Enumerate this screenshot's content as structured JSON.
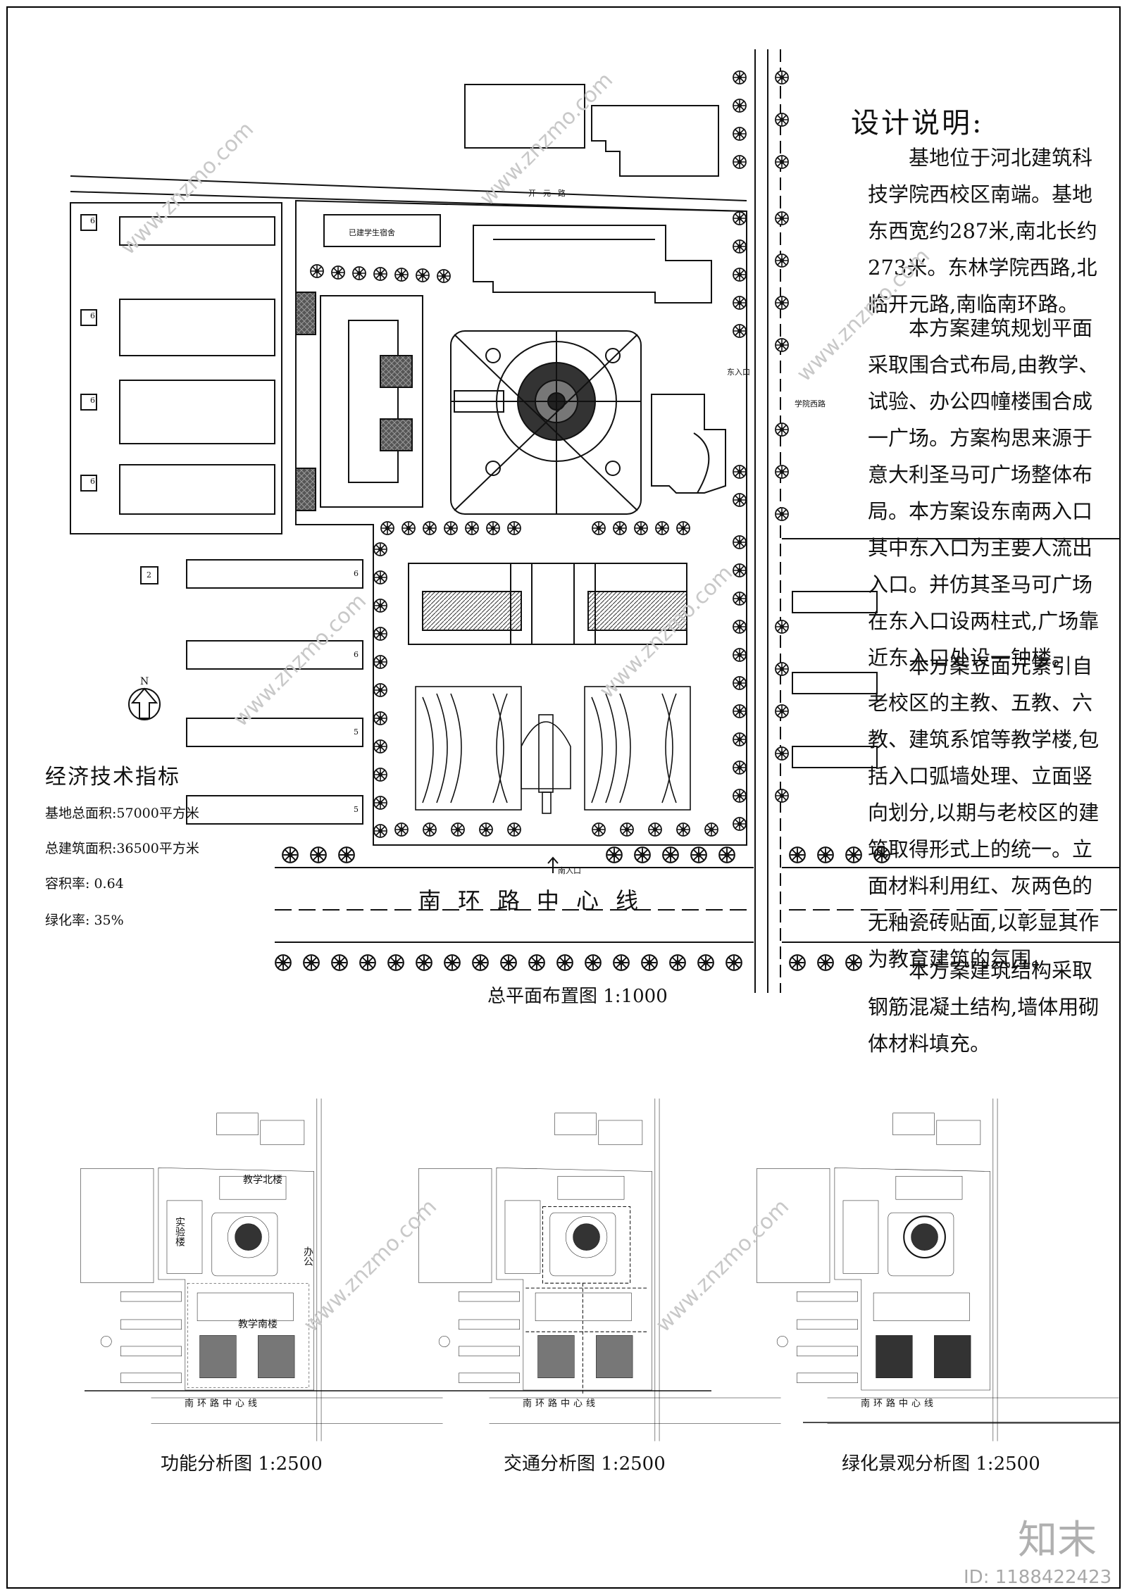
{
  "design_notes": {
    "title": "设计说明:",
    "paragraphs": [
      "基地位于河北建筑科技学院西校区南端。基地东西宽约287米,南北长约273米。东林学院西路,北临开元路,南临南环路。",
      "本方案建筑规划平面采取围合式布局,由教学、试验、办公四幢楼围合成一广场。方案构思来源于意大利圣马可广场整体布局。本方案设东南两入口其中东入口为主要人流出入口。并仿其圣马可广场在东入口设两柱式,广场靠近东入口处设一钟楼。",
      "本方案立面元素引自老校区的主教、五教、六教、建筑系馆等教学楼,包括入口弧墙处理、立面竖向划分,以期与老校区的建筑取得形式上的统一。立面材料利用红、灰两色的无釉瓷砖贴面,以彰显其作为教育建筑的氛围。",
      "本方案建筑结构采取钢筋混凝土结构,墙体用砌体材料填充。"
    ]
  },
  "economic_indicators": {
    "title": "经济技术指标",
    "items": [
      "基地总面积:57000平方米",
      "总建筑面积:36500平方米",
      "容积率: 0.64",
      "绿化率: 35%"
    ]
  },
  "main_plan": {
    "caption": "总平面布置图 1:1000",
    "road_label": "南环路中心线",
    "north_label": "N",
    "east_entry_label": "东入口",
    "south_entry_label": "南入口",
    "north_road_label": "开元路",
    "east_road_label": "学院西路",
    "existing_building_label": "已建学生宿舍",
    "building_numbers": [
      "6",
      "6",
      "6",
      "6",
      "6",
      "6",
      "5",
      "5",
      "2"
    ]
  },
  "sub_plans": [
    {
      "caption": "功能分析图 1:2500",
      "road_label": "南环路中心线",
      "zone_labels": [
        "教学北楼",
        "实验楼",
        "办公",
        "教学南楼"
      ]
    },
    {
      "caption": "交通分析图 1:2500",
      "road_label": "南环路中心线",
      "zone_labels": []
    },
    {
      "caption": "绿化景观分析图 1:2500",
      "road_label": "南环路中心线",
      "zone_labels": []
    }
  ],
  "footer": {
    "brand": "知末",
    "image_id": "ID: 1188422423",
    "watermark": "www.znzmo.com"
  }
}
